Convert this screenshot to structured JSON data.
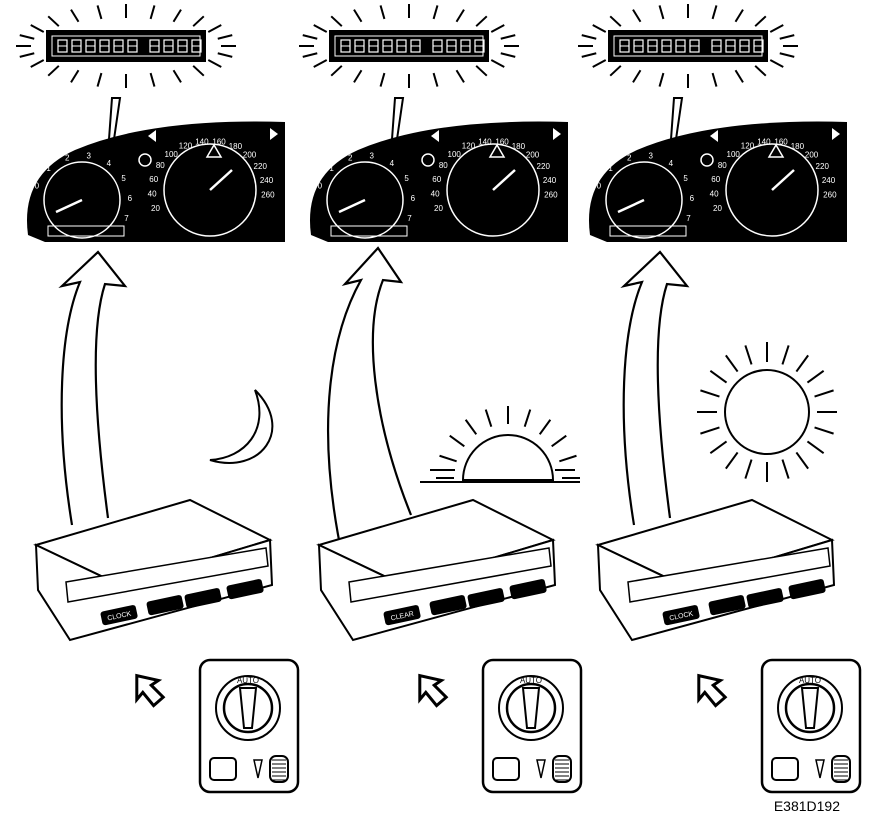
{
  "figure_id": "E381D192",
  "panels": [
    {
      "scene": "night",
      "speedo_ticks": [
        "20",
        "40",
        "60",
        "80",
        "100",
        "120",
        "140",
        "160",
        "180",
        "200",
        "220",
        "240",
        "260"
      ],
      "tacho_ticks": [
        "0",
        "1",
        "2",
        "3",
        "4",
        "5",
        "6",
        "7"
      ],
      "panel_buttons": [
        "CLOCK",
        "",
        "",
        ""
      ],
      "switch_top_label": "AUTO"
    },
    {
      "scene": "dusk",
      "speedo_ticks": [
        "20",
        "40",
        "60",
        "80",
        "100",
        "120",
        "140",
        "160",
        "180",
        "200",
        "220",
        "240",
        "260"
      ],
      "tacho_ticks": [
        "0",
        "1",
        "2",
        "3",
        "4",
        "5",
        "6",
        "7"
      ],
      "panel_buttons": [
        "CLEAR",
        "",
        "",
        ""
      ],
      "switch_top_label": "AUTO"
    },
    {
      "scene": "day",
      "speedo_ticks": [
        "20",
        "40",
        "60",
        "80",
        "100",
        "120",
        "140",
        "160",
        "180",
        "200",
        "220",
        "240",
        "260"
      ],
      "tacho_ticks": [
        "0",
        "1",
        "2",
        "3",
        "4",
        "5",
        "6",
        "7"
      ],
      "panel_buttons": [
        "CLOCK",
        "",
        "",
        ""
      ],
      "switch_top_label": "AUTO"
    }
  ]
}
